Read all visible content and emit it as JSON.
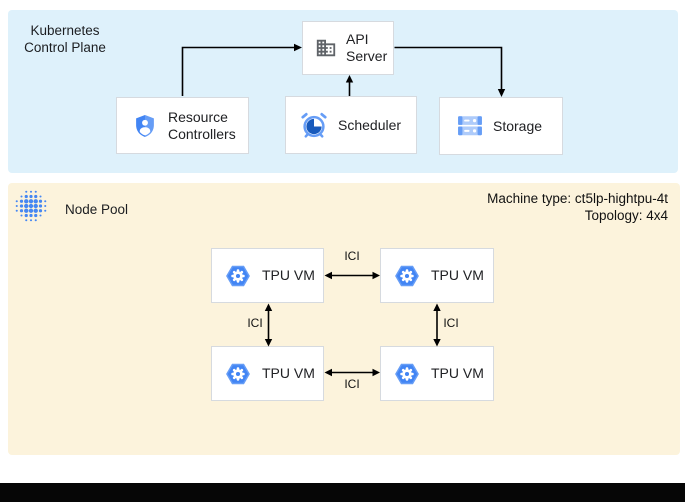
{
  "panels": {
    "control_plane": {
      "title": "Kubernetes Control Plane",
      "nodes": {
        "api_server": {
          "label": "API Server",
          "icon": "building-icon"
        },
        "resource_controllers": {
          "label": "Resource Controllers",
          "icon": "shield-person-icon"
        },
        "scheduler": {
          "label": "Scheduler",
          "icon": "alarm-clock-icon"
        },
        "storage": {
          "label": "Storage",
          "icon": "stacked-disks-icon"
        }
      }
    },
    "node_pool": {
      "title": "Node Pool",
      "icon": "dot-grid-icon",
      "machine_type": "Machine type: ct5lp-hightpu-4t",
      "topology": "Topology: 4x4",
      "tpu_vm_label": "TPU VM",
      "tpu_vm_icon": "tpu-hexagon-gear-icon",
      "interconnect_label": "ICI"
    }
  },
  "colors": {
    "control_plane_bg": "#def1fb",
    "node_pool_bg": "#fcf3dc",
    "node_border": "#d6dadf",
    "google_blue": "#4285f4",
    "light_blue": "#669df6",
    "pale_blue": "#aecbfa",
    "dark_blue": "#185abc",
    "icon_gray": "#5f6368",
    "arrow_black": "#000000",
    "text": "#202124"
  }
}
